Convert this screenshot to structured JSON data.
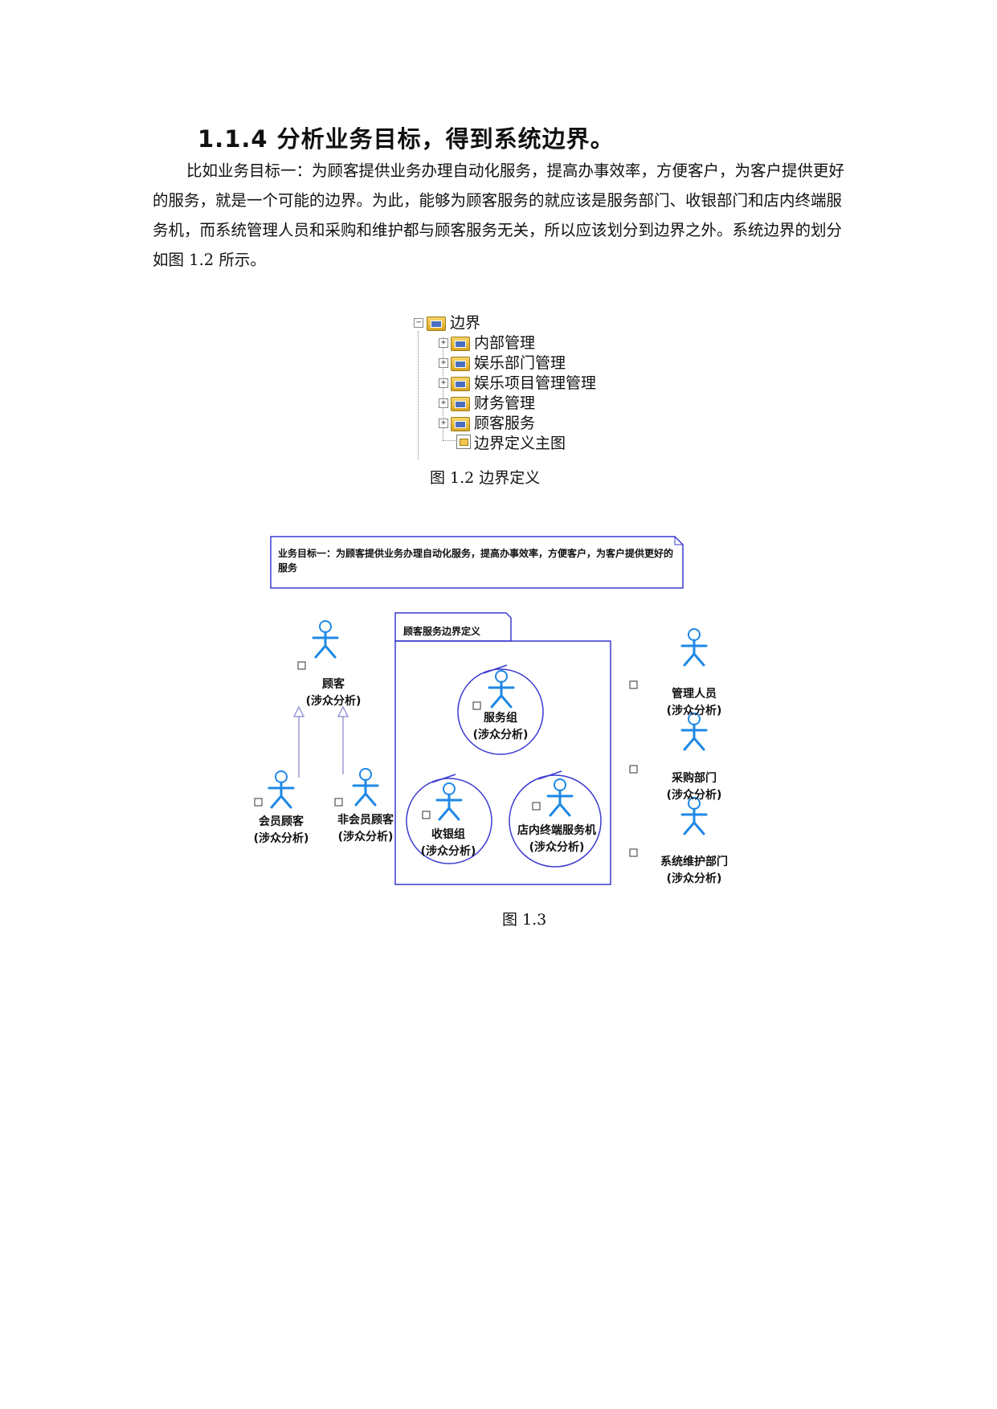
{
  "heading": "1.1.4 分析业务目标，得到系统边界。",
  "paragraph": "比如业务目标一：为顾客提供业务办理自动化服务，提高办事效率，方便客户，为客户提供更好的服务，就是一个可能的边界。为此，能够为顾客服务的就应该是服务部门、收银部门和店内终端服务机，而系统管理人员和采购和维护都与顾客服务无关，所以应该划分到边界之外。系统边界的划分如图 1.2 所示。",
  "tree": {
    "root": "边界",
    "items": [
      "内部管理",
      "娱乐部门管理",
      "娱乐项目管理管理",
      "财务管理",
      "顾客服务",
      "边界定义主图"
    ]
  },
  "figure12_caption": "图 1.2  边界定义",
  "diagram": {
    "note": "业务目标一：为顾客提供业务办理自动化服务，提高办事效率，方便客户，为客户提供更好的服务",
    "frame_label": "顾客服务边界定义",
    "stereotype": "(涉众分析)",
    "actors": {
      "customer": "顾客",
      "member": "会员顾客",
      "nonmember": "非会员顾客",
      "service": "服务组",
      "cashier": "收银组",
      "terminal": "店内终端服务机",
      "admin": "管理人员",
      "purchase": "采购部门",
      "maintenance": "系统维护部门"
    },
    "colors": {
      "actor": "#1e88e5",
      "frame": "#3a3ad0",
      "generalization": "#9a9ad8"
    }
  },
  "figure13_caption": "图 1.3"
}
